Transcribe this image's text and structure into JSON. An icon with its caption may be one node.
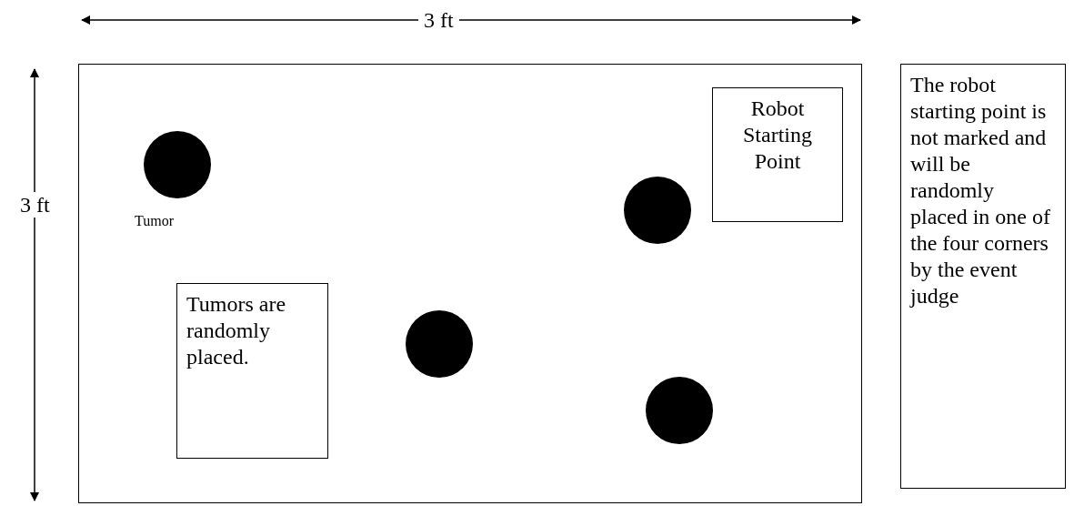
{
  "diagram": {
    "nodes": [
      {
        "text": [],
        "shape": "box"
      },
      {
        "text": [
          "Robot Starting Point"
        ],
        "in": 0
      },
      {
        "text": [],
        "shape": "circle",
        "in": 0,
        "beside": [
          "Tumor"
        ]
      },
      {
        "text": [],
        "shape": "circle",
        "in": 0
      },
      {
        "text": [
          "Tumors are randomly placed."
        ],
        "in": 0
      },
      {
        "text": [],
        "shape": "circle",
        "in": 0
      },
      {
        "text": [],
        "shape": "circle",
        "in": 0
      },
      {
        "text": [
          "The robot starting point is not marked and will be randomly placed in one of the four corners by the event judge"
        ]
      }
    ],
    "edges": [],
    "labels": [
      "3 ft",
      "3 ft"
    ]
  }
}
